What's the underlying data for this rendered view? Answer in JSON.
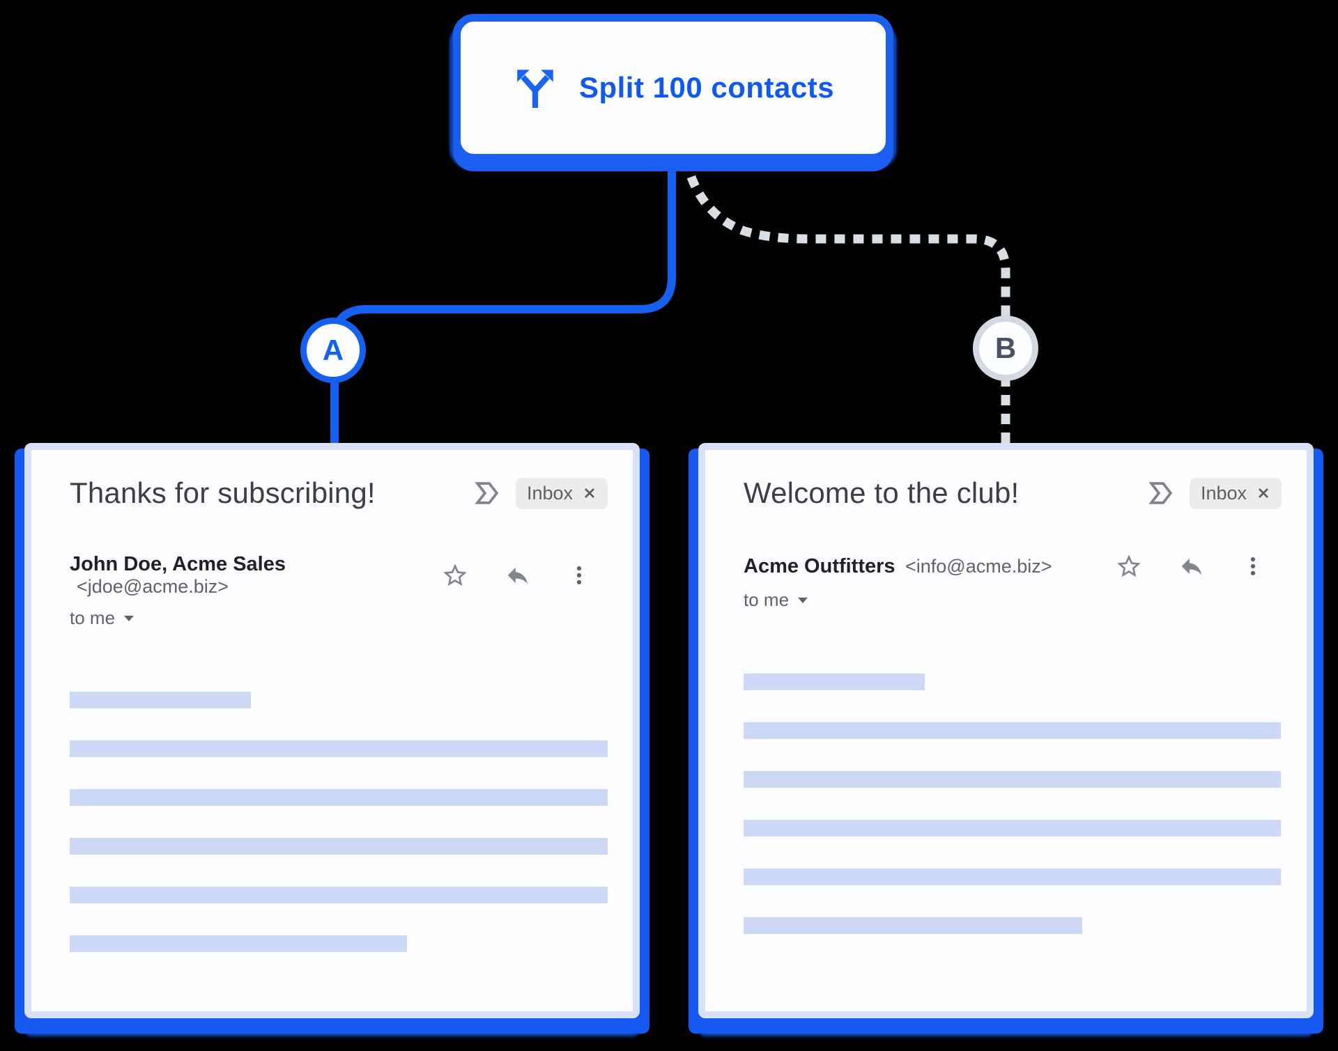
{
  "palette": {
    "accent_blue": "#1560f0",
    "shadow_blue": "#1659f0",
    "dashed_gray": "#d9dde4",
    "card_border": "#d9e1f8",
    "placeholder_bar": "#ccd8f5",
    "subject_text": "#3b3e45",
    "muted_text": "#5f6368",
    "badge_bg": "#ececec"
  },
  "split_node": {
    "label": "Split 100 contacts",
    "icon": "split-arrows-icon"
  },
  "branches": [
    {
      "label": "A",
      "style": "solid-blue"
    },
    {
      "label": "B",
      "style": "dashed-gray"
    }
  ],
  "emails": [
    {
      "subject": "Thanks for subscribing!",
      "sender_name": "John Doe, Acme Sales",
      "sender_email": "<jdoe@acme.biz>",
      "recipient_label": "to me",
      "badge": "Inbox",
      "body_bars": [
        260,
        772,
        772,
        772,
        772,
        484
      ]
    },
    {
      "subject": "Welcome to the club!",
      "sender_name": "Acme Outfitters",
      "sender_email": "<info@acme.biz>",
      "recipient_label": "to me",
      "badge": "Inbox",
      "body_bars": [
        260,
        771,
        771,
        771,
        771,
        486
      ]
    }
  ]
}
